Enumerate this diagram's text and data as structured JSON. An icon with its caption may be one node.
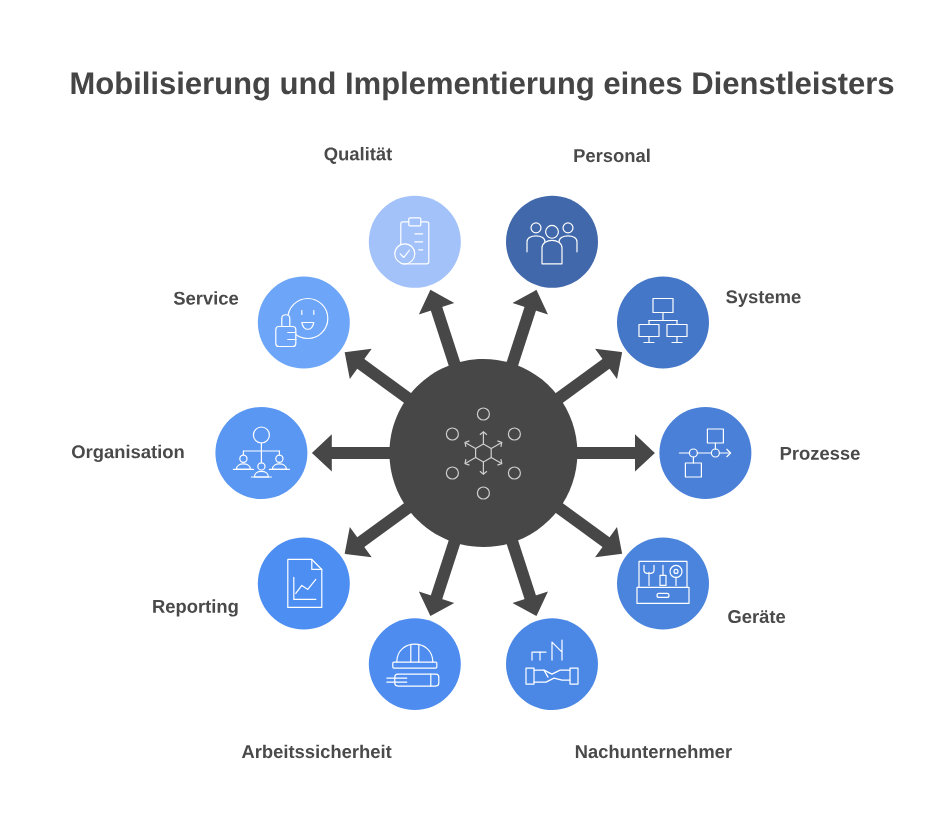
{
  "diagram": {
    "title": "Mobilisierung und Implementierung eines Dienstleisters",
    "nodes": [
      {
        "text": [],
        "shape": "circle"
      },
      {
        "text": [
          "Qualität"
        ]
      },
      {
        "text": [
          "Personal"
        ]
      },
      {
        "text": [
          "Systeme"
        ]
      },
      {
        "text": [
          "Prozesse"
        ]
      },
      {
        "text": [
          "Geräte"
        ]
      },
      {
        "text": [
          "Nachunternehmer"
        ]
      },
      {
        "text": [
          "Arbeitssicherheit"
        ]
      },
      {
        "text": [
          "Reporting"
        ]
      },
      {
        "text": [
          "Organisation"
        ]
      },
      {
        "text": [
          "Service"
        ]
      }
    ],
    "edges": [
      {
        "from": 0,
        "to": 1,
        "arrow": "to"
      },
      {
        "from": 0,
        "to": 2,
        "arrow": "to"
      },
      {
        "from": 0,
        "to": 3,
        "arrow": "to"
      },
      {
        "from": 0,
        "to": 4,
        "arrow": "to"
      },
      {
        "from": 0,
        "to": 5,
        "arrow": "to"
      },
      {
        "from": 0,
        "to": 6,
        "arrow": "to"
      },
      {
        "from": 0,
        "to": 7,
        "arrow": "to"
      },
      {
        "from": 0,
        "to": 8,
        "arrow": "to"
      },
      {
        "from": 0,
        "to": 9,
        "arrow": "to"
      },
      {
        "from": 0,
        "to": 10,
        "arrow": "to"
      }
    ]
  }
}
